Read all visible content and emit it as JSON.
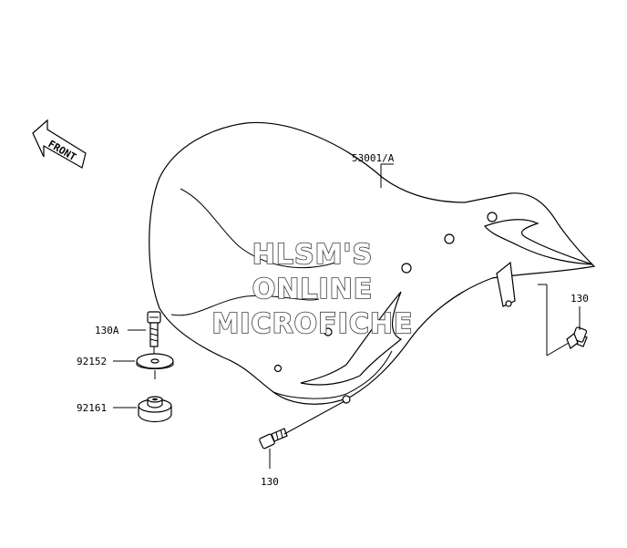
{
  "front_arrow": {
    "text": "FRONT"
  },
  "callouts": {
    "seat": "53001/A",
    "bolt_left": "130A",
    "washer": "92152",
    "damper": "92161",
    "bolt_right": "130",
    "bolt_bottom": "130"
  },
  "watermark": {
    "line1": "HLSM'S",
    "line2": "ONLINE",
    "line3": "MICROFICHE"
  }
}
